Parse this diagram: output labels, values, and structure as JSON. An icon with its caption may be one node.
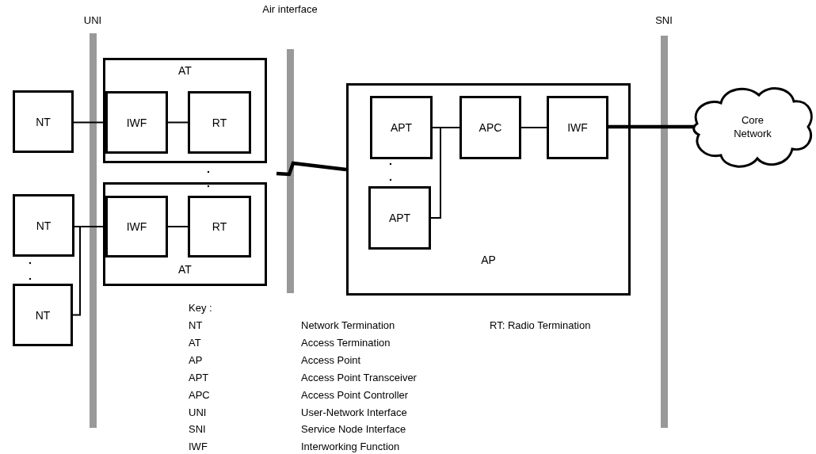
{
  "diagram": {
    "nodes": [
      {
        "text": [
          "UNI"
        ]
      },
      {
        "text": [
          "Air interface"
        ]
      },
      {
        "text": [
          "SNI"
        ]
      },
      {
        "text": [
          "NT"
        ]
      },
      {
        "text": [
          "AT"
        ]
      },
      {
        "text": [
          "IWF"
        ],
        "in": 4
      },
      {
        "text": [
          "RT"
        ],
        "in": 4
      },
      {
        "text": [
          "NT"
        ]
      },
      {
        "text": [
          "NT"
        ]
      },
      {
        "text": [
          "AT"
        ]
      },
      {
        "text": [
          "IWF"
        ],
        "in": 9
      },
      {
        "text": [
          "RT"
        ],
        "in": 9
      },
      {
        "text": [
          "AP"
        ]
      },
      {
        "text": [
          "APT"
        ],
        "in": 12
      },
      {
        "text": [
          "APC"
        ],
        "in": 12
      },
      {
        "text": [
          "IWF"
        ],
        "in": 12
      },
      {
        "text": [
          "APT"
        ],
        "in": 12
      },
      {
        "text": [
          "Core Network"
        ]
      }
    ],
    "edges": [
      {
        "from": 3,
        "to": 5,
        "arrow": "none"
      },
      {
        "from": 5,
        "to": 6,
        "arrow": "none"
      },
      {
        "from": 7,
        "to": 10,
        "arrow": "none"
      },
      {
        "from": 8,
        "to": 10,
        "arrow": "none"
      },
      {
        "from": 10,
        "to": 11,
        "arrow": "none"
      },
      {
        "from": null,
        "to": 12,
        "arrow": "none",
        "style": "thick"
      },
      {
        "from": 13,
        "to": 14,
        "arrow": "none"
      },
      {
        "from": 16,
        "to": 14,
        "arrow": "none"
      },
      {
        "from": 14,
        "to": 15,
        "arrow": "none"
      },
      {
        "from": 15,
        "to": 17,
        "arrow": "none",
        "style": "thick"
      }
    ],
    "labels": [
      "Key :",
      "NT",
      "Network Termination",
      "RT: Radio Termination",
      "AT",
      "Access Termination",
      "AP",
      "Access Point",
      "APT",
      "Access Point Transceiver",
      "APC",
      "Access Point Controller",
      "UNI",
      "User-Network Interface",
      "SNI",
      "Service Node Interface",
      "IWF",
      "Interworking Function"
    ]
  }
}
